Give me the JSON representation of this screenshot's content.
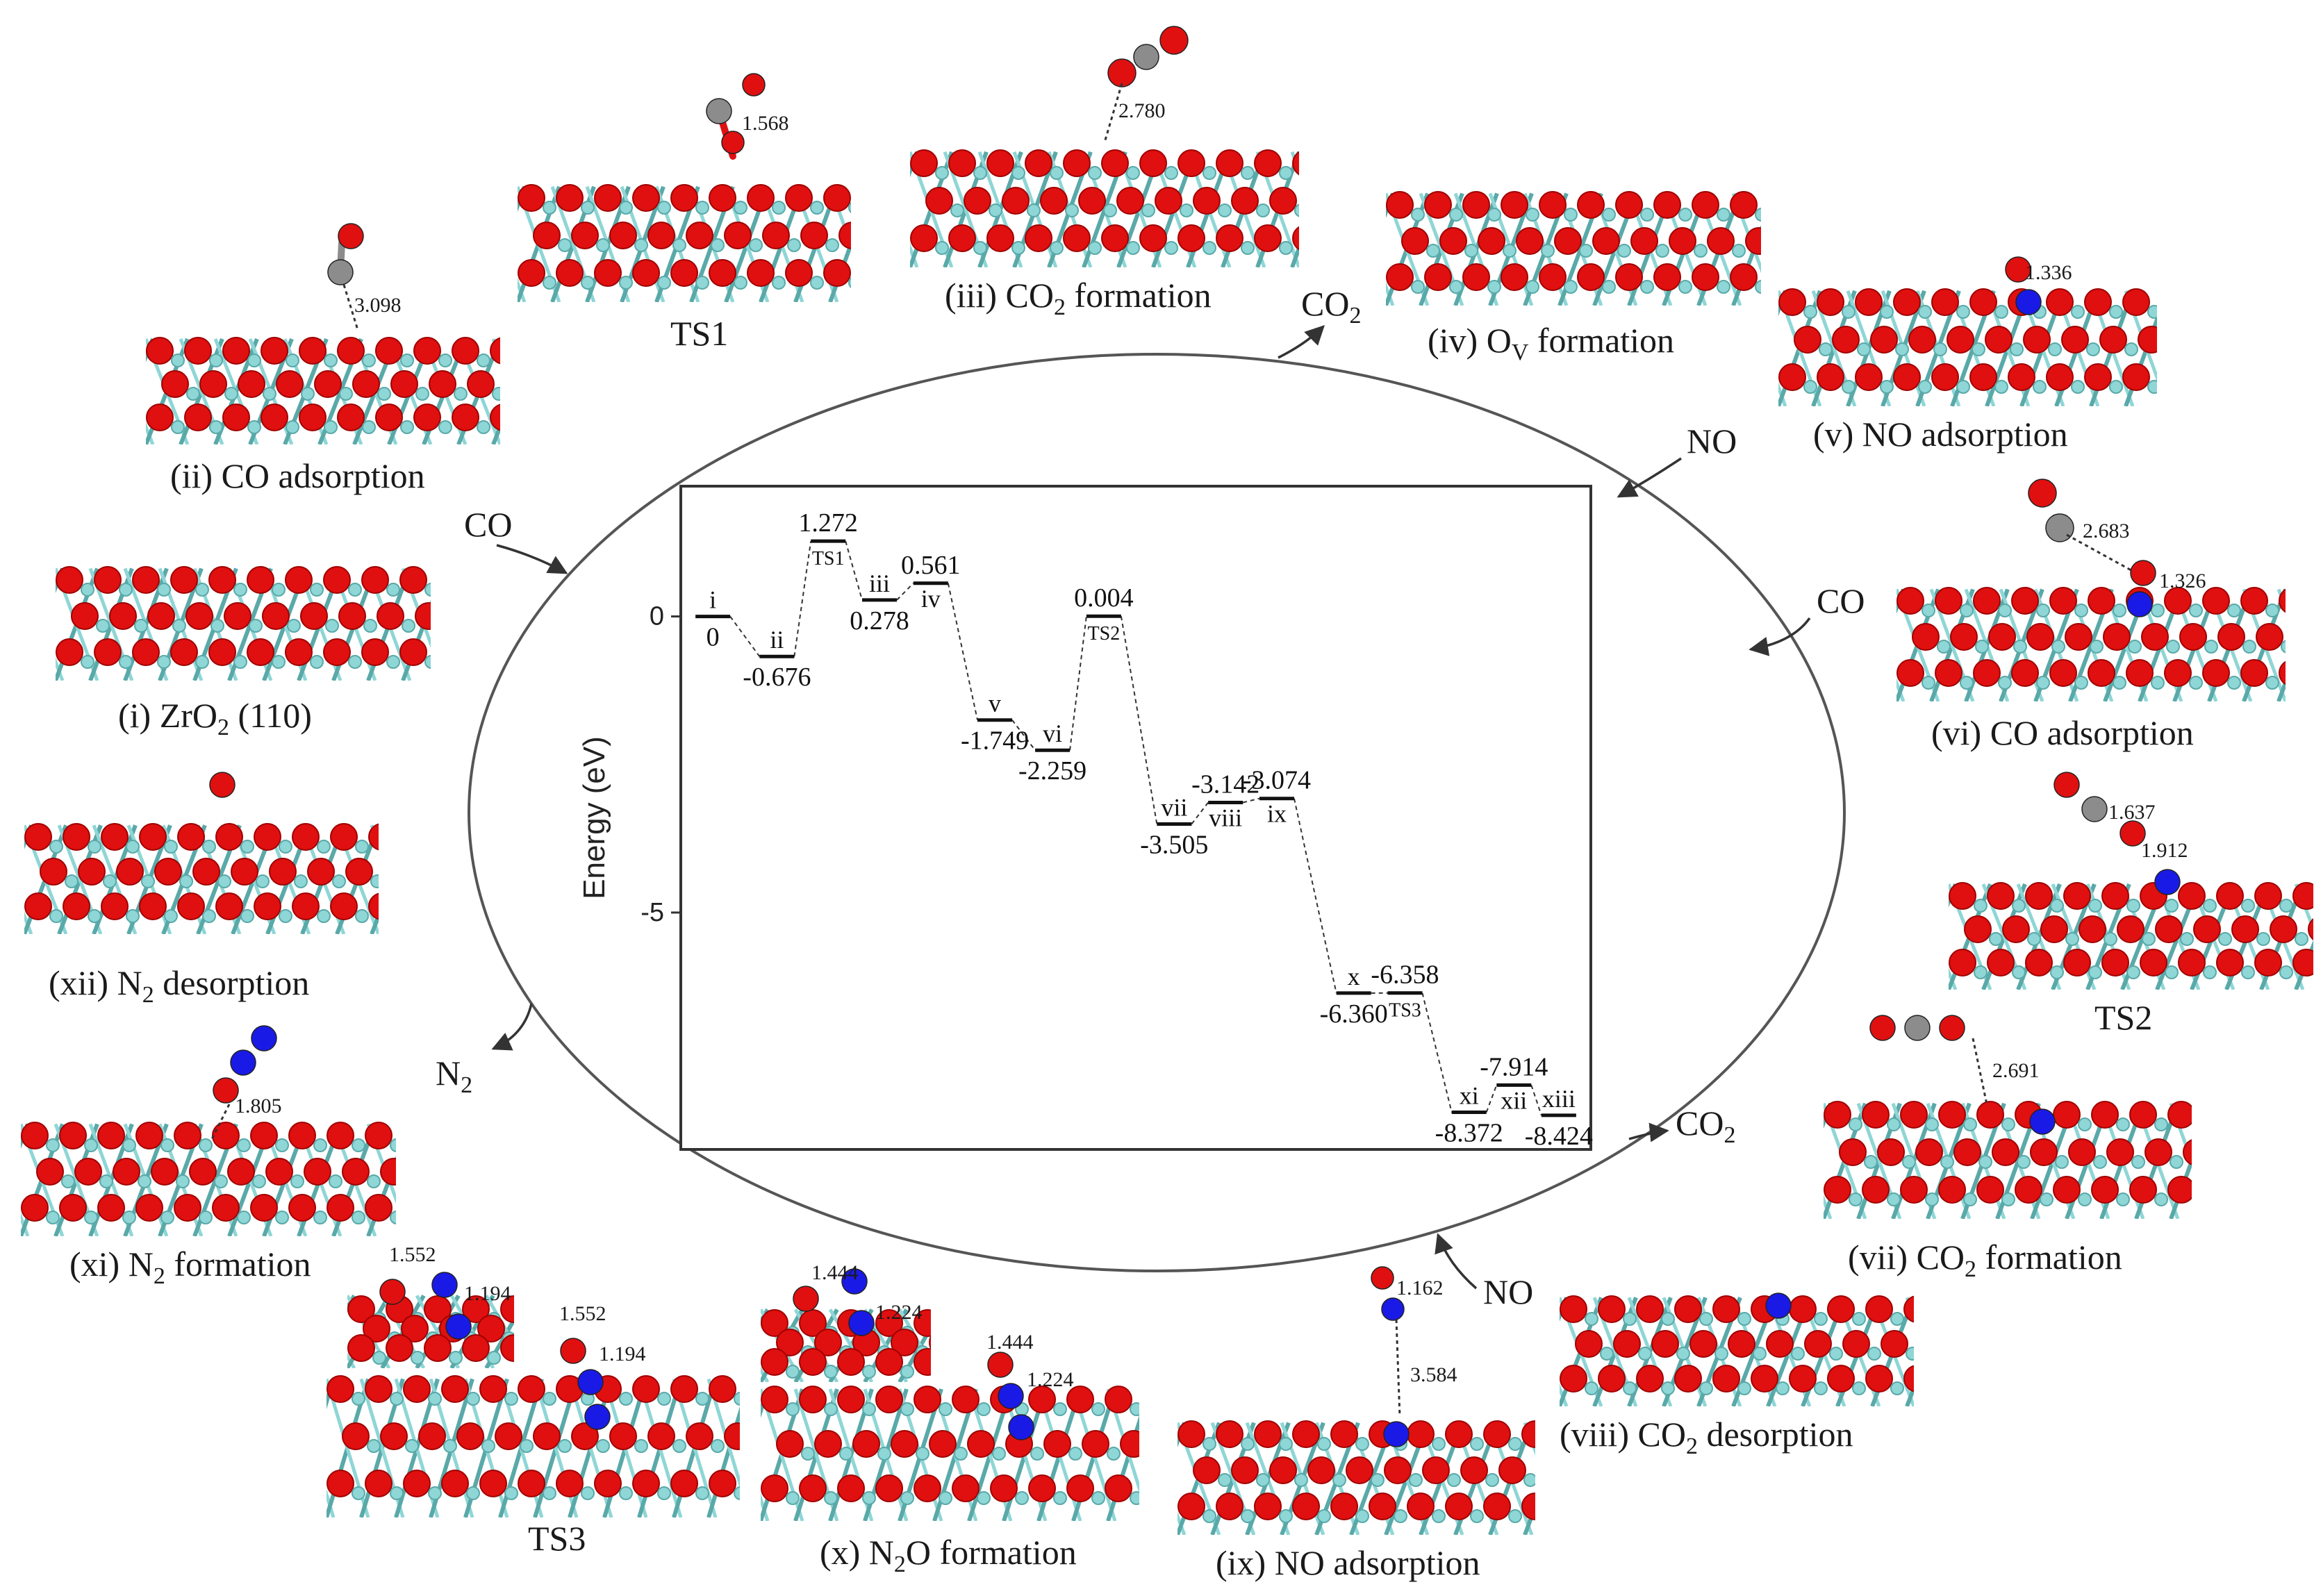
{
  "colors": {
    "zr": "#8fd6d6",
    "zr_edge": "#5aa9a9",
    "oxygen": "#e01010",
    "oxygen_dark": "#a00000",
    "carbon": "#8c8c8c",
    "nitrogen": "#1a1ae6",
    "line": "#333333"
  },
  "icons": [
    "zro2-slab-structure",
    "adsorbate-molecule"
  ],
  "panels": [
    {
      "id": "i",
      "label_pre": "(i) ZrO",
      "label_sub": "2",
      "label_post": " (110)",
      "distances": []
    },
    {
      "id": "ii",
      "label_pre": "(ii) CO adsorption",
      "label_sub": "",
      "label_post": "",
      "distances": [
        "3.098"
      ]
    },
    {
      "id": "ts1",
      "label_pre": "TS1",
      "label_sub": "",
      "label_post": "",
      "distances": [
        "1.568"
      ]
    },
    {
      "id": "iii",
      "label_pre": "(iii) CO",
      "label_sub": "2",
      "label_post": " formation",
      "distances": [
        "2.780"
      ]
    },
    {
      "id": "iv",
      "label_pre": "(iv) O",
      "label_sub": "V",
      "label_post": " formation",
      "distances": []
    },
    {
      "id": "v",
      "label_pre": "(v) NO adsorption",
      "label_sub": "",
      "label_post": "",
      "distances": [
        "1.336"
      ]
    },
    {
      "id": "vi",
      "label_pre": "(vi) CO adsorption",
      "label_sub": "",
      "label_post": "",
      "distances": [
        "2.683",
        "1.326"
      ]
    },
    {
      "id": "ts2",
      "label_pre": "TS2",
      "label_sub": "",
      "label_post": "",
      "distances": [
        "1.637",
        "1.912"
      ]
    },
    {
      "id": "vii",
      "label_pre": "(vii) CO",
      "label_sub": "2",
      "label_post": " formation",
      "distances": [
        "2.691"
      ]
    },
    {
      "id": "viii",
      "label_pre": "(viii) CO",
      "label_sub": "2",
      "label_post": " desorption",
      "distances": []
    },
    {
      "id": "ix",
      "label_pre": "(ix) NO adsorption",
      "label_sub": "",
      "label_post": "",
      "distances": [
        "1.162",
        "3.584"
      ]
    },
    {
      "id": "x",
      "label_pre": "(x) N",
      "label_sub": "2",
      "label_post": "O formation",
      "distances": [
        "1.444",
        "1.224",
        "1.444",
        "1.224"
      ]
    },
    {
      "id": "ts3",
      "label_pre": "TS3",
      "label_sub": "",
      "label_post": "",
      "distances": [
        "1.552",
        "1.194",
        "1.552",
        "1.194"
      ]
    },
    {
      "id": "xi",
      "label_pre": "(xi) N",
      "label_sub": "2",
      "label_post": " formation",
      "distances": [
        "1.805"
      ]
    },
    {
      "id": "xii",
      "label_pre": "(xii) N",
      "label_sub": "2",
      "label_post": " desorption",
      "distances": []
    }
  ],
  "cycle_molecules": [
    {
      "id": "co-in-1",
      "text": "CO",
      "sub": ""
    },
    {
      "id": "co2-out-1",
      "text": "CO",
      "sub": "2"
    },
    {
      "id": "no-in-1",
      "text": "NO",
      "sub": ""
    },
    {
      "id": "co-in-2",
      "text": "CO",
      "sub": ""
    },
    {
      "id": "co2-out-2",
      "text": "CO",
      "sub": "2"
    },
    {
      "id": "no-in-2",
      "text": "NO",
      "sub": ""
    },
    {
      "id": "n2-out",
      "text": "N",
      "sub": "2"
    }
  ],
  "chart_data": {
    "type": "line",
    "ylabel": "Energy (eV)",
    "ylim": [
      -9.0,
      2.2
    ],
    "yticks": [
      0,
      -5
    ],
    "xlim": [
      0.5,
      14.7
    ],
    "states": [
      {
        "label": "i",
        "energy": 0,
        "value_text": "0",
        "x": 1,
        "label_pos": "above",
        "value_pos": "below"
      },
      {
        "label": "ii",
        "energy": -0.676,
        "value_text": "-0.676",
        "x": 2,
        "label_pos": "above",
        "value_pos": "below"
      },
      {
        "label": "TS1",
        "energy": 1.272,
        "value_text": "1.272",
        "x": 2.8,
        "label_pos": "below",
        "value_pos": "above"
      },
      {
        "label": "iii",
        "energy": 0.278,
        "value_text": "0.278",
        "x": 3.6,
        "label_pos": "above",
        "value_pos": "below"
      },
      {
        "label": "iv",
        "energy": 0.561,
        "value_text": "0.561",
        "x": 4.4,
        "label_pos": "below",
        "value_pos": "above"
      },
      {
        "label": "v",
        "energy": -1.749,
        "value_text": "-1.749",
        "x": 5.4,
        "label_pos": "above",
        "value_pos": "below"
      },
      {
        "label": "vi",
        "energy": -2.259,
        "value_text": "-2.259",
        "x": 6.3,
        "label_pos": "above",
        "value_pos": "below"
      },
      {
        "label": "TS2",
        "energy": 0.004,
        "value_text": "0.004",
        "x": 7.1,
        "label_pos": "below",
        "value_pos": "above"
      },
      {
        "label": "vii",
        "energy": -3.505,
        "value_text": "-3.505",
        "x": 8.2,
        "label_pos": "above",
        "value_pos": "below"
      },
      {
        "label": "viii",
        "energy": -3.142,
        "value_text": "-3.142",
        "x": 9.0,
        "label_pos": "below",
        "value_pos": "above"
      },
      {
        "label": "ix",
        "energy": -3.074,
        "value_text": "-3.074",
        "x": 9.8,
        "label_pos": "below",
        "value_pos": "above"
      },
      {
        "label": "x",
        "energy": -6.36,
        "value_text": "-6.360",
        "x": 11.0,
        "label_pos": "above",
        "value_pos": "below"
      },
      {
        "label": "TS3",
        "energy": -6.358,
        "value_text": "-6.358",
        "x": 11.8,
        "label_pos": "below",
        "value_pos": "above"
      },
      {
        "label": "xi",
        "energy": -8.372,
        "value_text": "-8.372",
        "x": 12.8,
        "label_pos": "above",
        "value_pos": "below"
      },
      {
        "label": "xii",
        "energy": -7.914,
        "value_text": "-7.914",
        "x": 13.5,
        "label_pos": "below",
        "value_pos": "above"
      },
      {
        "label": "xiii",
        "energy": -8.424,
        "value_text": "-8.424",
        "x": 14.2,
        "label_pos": "above",
        "value_pos": "below"
      }
    ]
  }
}
